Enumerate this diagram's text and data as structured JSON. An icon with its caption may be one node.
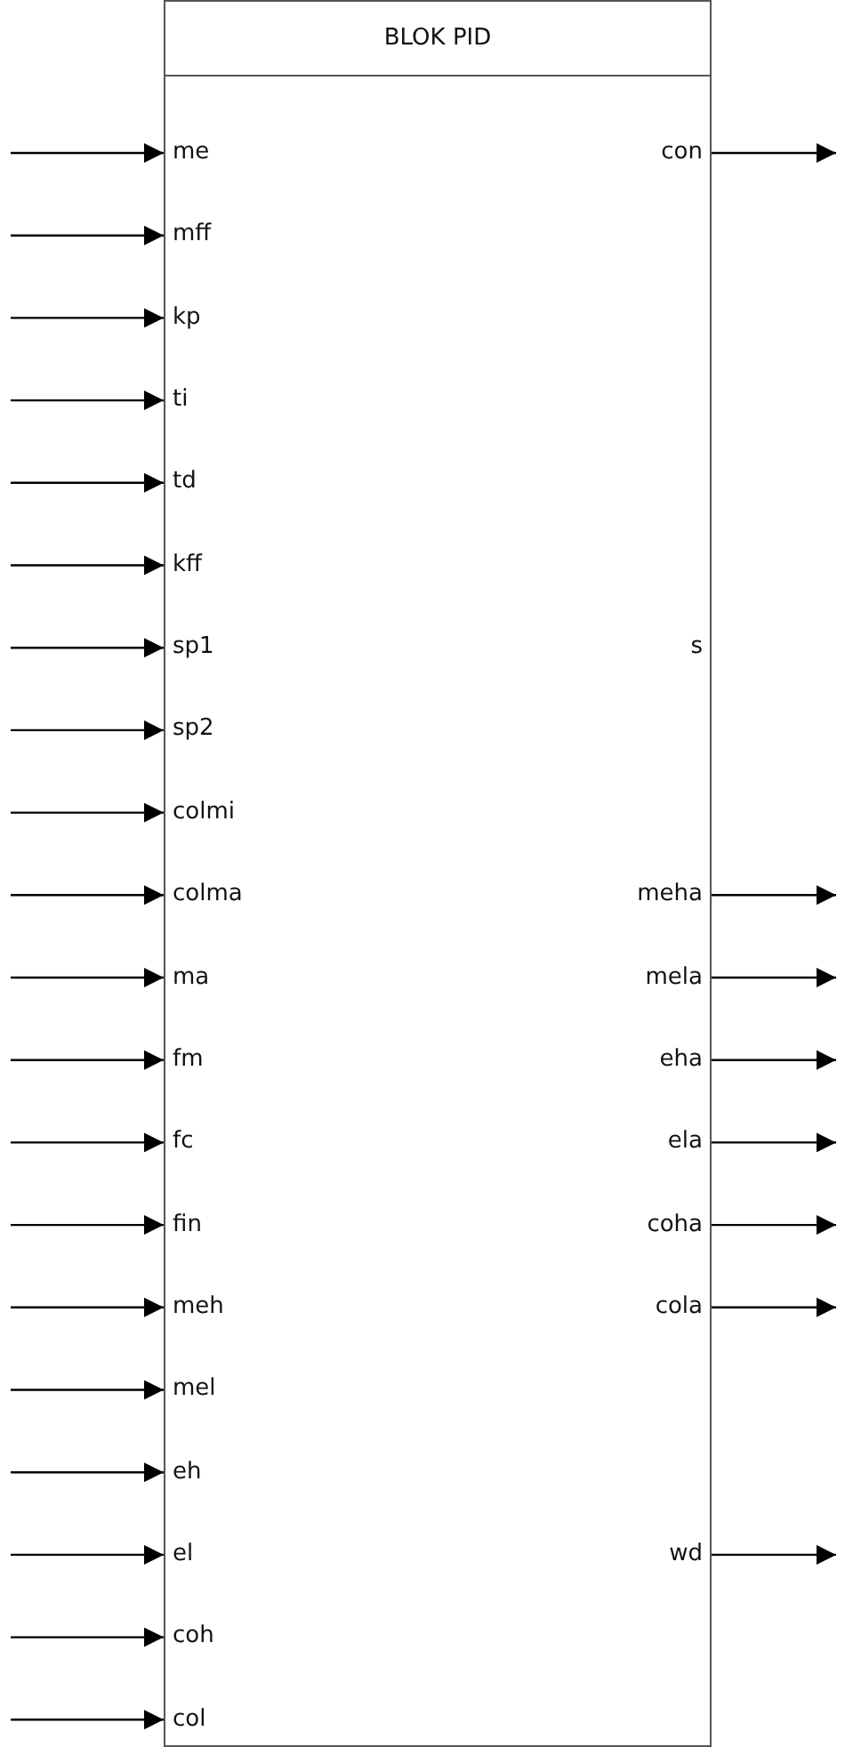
{
  "diagram": {
    "nodes": [
      {
        "text": [
          "BLOK PID"
        ]
      },
      {
        "text": [
          "me"
        ],
        "in": 0
      },
      {
        "text": [
          "con"
        ],
        "in": 0
      },
      {
        "text": [
          "mff"
        ],
        "in": 0
      },
      {
        "text": [
          "kp"
        ],
        "in": 0
      },
      {
        "text": [
          "ti"
        ],
        "in": 0
      },
      {
        "text": [
          "td"
        ],
        "in": 0
      },
      {
        "text": [
          "kff"
        ],
        "in": 0
      },
      {
        "text": [
          "sp1"
        ],
        "in": 0
      },
      {
        "text": [
          "s"
        ],
        "in": 0
      },
      {
        "text": [
          "sp2"
        ],
        "in": 0
      },
      {
        "text": [
          "colmi"
        ],
        "in": 0
      },
      {
        "text": [
          "colma"
        ],
        "in": 0
      },
      {
        "text": [
          "meha"
        ],
        "in": 0
      },
      {
        "text": [
          "ma"
        ],
        "in": 0
      },
      {
        "text": [
          "mela"
        ],
        "in": 0
      },
      {
        "text": [
          "fm"
        ],
        "in": 0
      },
      {
        "text": [
          "eha"
        ],
        "in": 0
      },
      {
        "text": [
          "fc"
        ],
        "in": 0
      },
      {
        "text": [
          "ela"
        ],
        "in": 0
      },
      {
        "text": [
          "fin"
        ],
        "in": 0
      },
      {
        "text": [
          "coha"
        ],
        "in": 0
      },
      {
        "text": [
          "meh"
        ],
        "in": 0
      },
      {
        "text": [
          "cola"
        ],
        "in": 0
      },
      {
        "text": [
          "mel"
        ],
        "in": 0
      },
      {
        "text": [
          "eh"
        ],
        "in": 0
      },
      {
        "text": [
          "el"
        ],
        "in": 0
      },
      {
        "text": [
          "wd"
        ],
        "in": 0
      },
      {
        "text": [
          "coh"
        ],
        "in": 0
      },
      {
        "text": [
          "col"
        ],
        "in": 0
      }
    ],
    "edges": [
      {
        "from": null,
        "to": 1,
        "arrow": "to"
      },
      {
        "from": 2,
        "to": null,
        "arrow": "to"
      },
      {
        "from": null,
        "to": 3,
        "arrow": "to"
      },
      {
        "from": null,
        "to": 4,
        "arrow": "to"
      },
      {
        "from": null,
        "to": 5,
        "arrow": "to"
      },
      {
        "from": null,
        "to": 6,
        "arrow": "to"
      },
      {
        "from": null,
        "to": 7,
        "arrow": "to"
      },
      {
        "from": null,
        "to": 8,
        "arrow": "to"
      },
      {
        "from": null,
        "to": 10,
        "arrow": "to"
      },
      {
        "from": null,
        "to": 11,
        "arrow": "to"
      },
      {
        "from": null,
        "to": 12,
        "arrow": "to"
      },
      {
        "from": 13,
        "to": null,
        "arrow": "to"
      },
      {
        "from": null,
        "to": 14,
        "arrow": "to"
      },
      {
        "from": 15,
        "to": null,
        "arrow": "to"
      },
      {
        "from": null,
        "to": 16,
        "arrow": "to"
      },
      {
        "from": 17,
        "to": null,
        "arrow": "to"
      },
      {
        "from": null,
        "to": 18,
        "arrow": "to"
      },
      {
        "from": 19,
        "to": null,
        "arrow": "to"
      },
      {
        "from": null,
        "to": 20,
        "arrow": "to"
      },
      {
        "from": 21,
        "to": null,
        "arrow": "to"
      },
      {
        "from": null,
        "to": 22,
        "arrow": "to"
      },
      {
        "from": 23,
        "to": null,
        "arrow": "to"
      },
      {
        "from": null,
        "to": 24,
        "arrow": "to"
      },
      {
        "from": null,
        "to": 25,
        "arrow": "to"
      },
      {
        "from": null,
        "to": 26,
        "arrow": "to"
      },
      {
        "from": 27,
        "to": null,
        "arrow": "to"
      },
      {
        "from": null,
        "to": 28,
        "arrow": "to"
      },
      {
        "from": null,
        "to": 29,
        "arrow": "to"
      }
    ]
  }
}
